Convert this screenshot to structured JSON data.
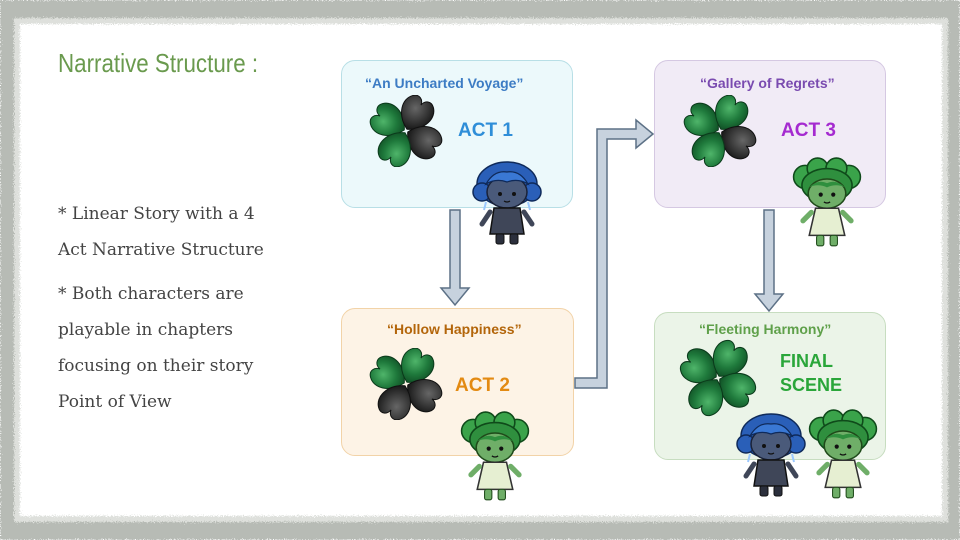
{
  "slide": {
    "title": "Narrative Structure :",
    "bullets": [
      "* Linear Story with a 4 Act Narrative Structure",
      "* Both characters are playable in chapters focusing on their story Point of View"
    ]
  },
  "acts": [
    {
      "title": "“An Uncharted Voyage”",
      "label": "ACT 1",
      "title_color": "#3d7cc4",
      "label_color": "#2f8ed8"
    },
    {
      "title": "“Hollow Happiness”",
      "label": "ACT 2",
      "title_color": "#b3650a",
      "label_color": "#e38a12"
    },
    {
      "title": "“Gallery of Regrets”",
      "label": "ACT 3",
      "title_color": "#7a4bb0",
      "label_color": "#a52bd0"
    },
    {
      "title": "“Fleeting Harmony”",
      "label_line1": "FINAL",
      "label_line2": "SCENE",
      "title_color": "#5fa04a",
      "label_color": "#2aa63a"
    }
  ],
  "colors": {
    "title_green": "#6a9a4e",
    "arrow_fill": "#c7d2de",
    "arrow_stroke": "#5d7186"
  },
  "icons": [
    "clover-icon",
    "blue-haired-character",
    "green-haired-character"
  ]
}
